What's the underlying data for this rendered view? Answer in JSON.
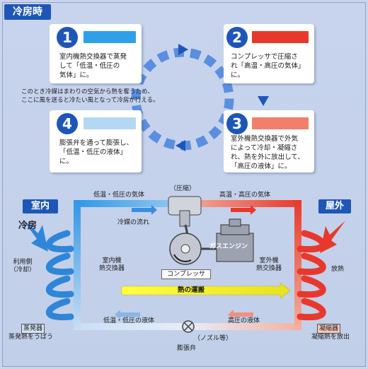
{
  "title": "冷房時",
  "colors": {
    "accent": "#1e56b8",
    "hot": "#e8382c",
    "cold": "#2f96e6",
    "step1": "#2ea0ea",
    "step2": "#e8382c",
    "step3": "#f27f6a",
    "step4": "#b4d8f4"
  },
  "steps": [
    {
      "num": "1",
      "text": "室内機熱交換器で蒸発\nして「低温・低圧の\n気体」に。"
    },
    {
      "num": "2",
      "text": "コンプレッサで圧縮さ\nれ「高温・高圧の気体」\nに。"
    },
    {
      "num": "3",
      "text": "室外機熱交換器で外気\nによって冷却・凝縮さ\nれ、熱を外に放出して、\n「高圧の液体」に。"
    },
    {
      "num": "4",
      "text": "膨張弁を通って膨張し、\n「低温・低圧の液体」\nに。"
    }
  ],
  "side_note": "このとき冷媒はまわりの空気から熱を奪うため、\nここに風を送ると冷たい風となって冷房が行える。",
  "diagram": {
    "indoor_badge": "室内",
    "outdoor_badge": "屋外",
    "cooling": "冷房",
    "heat_release": "放熱",
    "user_side": "利用側\n（冷却）",
    "indoor_hx": "室内機\n熱交換器",
    "outdoor_hx": "室外機\n熱交換器",
    "compression": "（圧縮）",
    "low_gas": "低温・低圧の気体",
    "high_gas": "高温・高圧の気体",
    "refrigerant_flow": "冷媒の流れ",
    "gas_engine": "ガスエンジン",
    "compressor": "コンプレッサ",
    "heat_transport": "熱の運搬",
    "low_liquid": "低温・低圧の液体",
    "high_liquid": "高圧の液体",
    "expansion_valve": "膨張弁",
    "nozzle": "（ノズル等）",
    "evaporator": "蒸発器",
    "evaporator_note": "蒸発熱をうばう",
    "condenser": "凝縮器",
    "condenser_note": "凝縮熱を放出"
  }
}
